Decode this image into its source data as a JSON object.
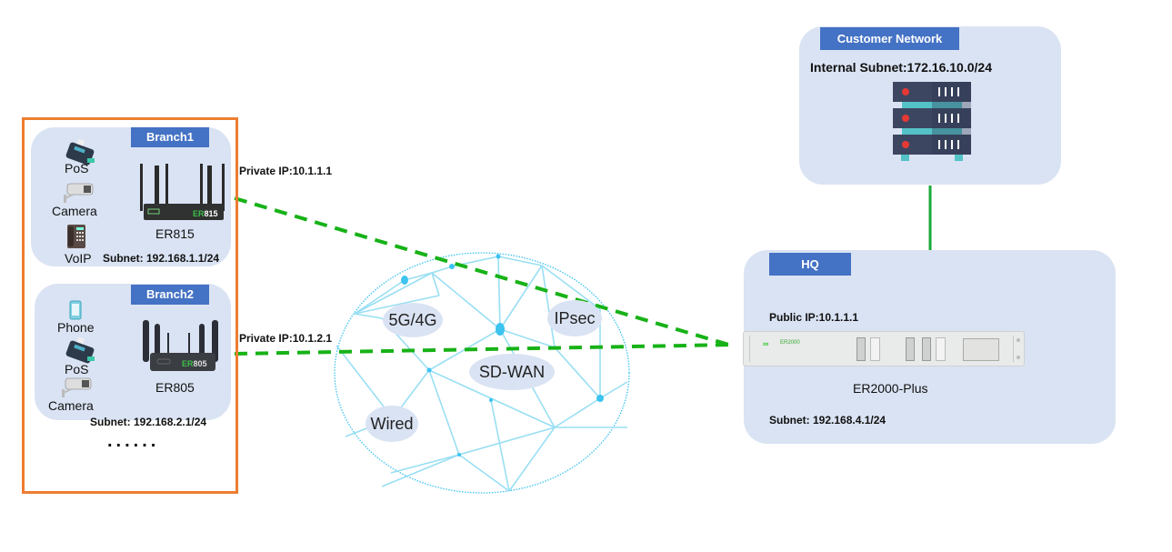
{
  "colors": {
    "panel": "#dae3f3",
    "tag": "#4472c4",
    "link_green": "#1aaa3a",
    "tunnel_green": "#17b217",
    "branch_group_border": "#ed7d31",
    "mesh": "#7fd7ef",
    "mesh_node": "#3cc3f0"
  },
  "branches": [
    {
      "title": "Branch1",
      "router": "ER815",
      "router_badge_prefix": "ER",
      "router_badge_suffix": "815",
      "subnet": "Subnet: 192.168.1.1/24",
      "private_ip": "Private IP:10.1.1.1",
      "devices": [
        {
          "label": "PoS",
          "icon": "pos-terminal-icon"
        },
        {
          "label": "Camera",
          "icon": "camera-icon"
        },
        {
          "label": "VoIP",
          "icon": "voip-phone-icon"
        }
      ]
    },
    {
      "title": "Branch2",
      "router": "ER805",
      "router_badge_prefix": "ER",
      "router_badge_suffix": "805",
      "subnet": "Subnet: 192.168.2.1/24",
      "private_ip": "Private IP:10.1.2.1",
      "devices": [
        {
          "label": "Phone",
          "icon": "smartphone-icon"
        },
        {
          "label": "PoS",
          "icon": "pos-terminal-icon"
        },
        {
          "label": "Camera",
          "icon": "camera-icon"
        }
      ]
    }
  ],
  "more_branches": "......",
  "cloud": {
    "labels": [
      "5G/4G",
      "IPsec",
      "SD-WAN",
      "Wired"
    ]
  },
  "hq": {
    "title": "HQ",
    "public_ip": "Public IP:10.1.1.1",
    "device": "ER2000-Plus",
    "device_badge": "ER2000",
    "subnet": "Subnet: 192.168.4.1/24"
  },
  "customer": {
    "title": "Customer Network",
    "subnet": "Internal Subnet:172.16.10.0/24"
  }
}
